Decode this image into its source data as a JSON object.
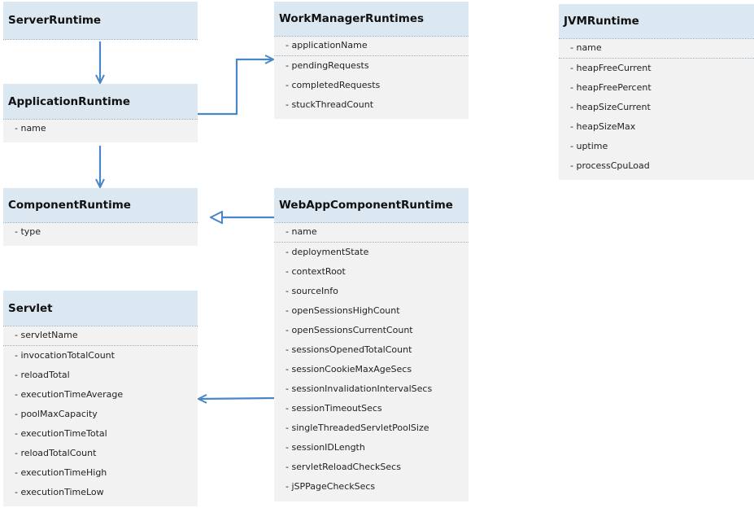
{
  "classes": {
    "server_runtime": {
      "title": "ServerRuntime",
      "groups": []
    },
    "application_runtime": {
      "title": "ApplicationRuntime",
      "groups": [
        [
          "- name"
        ]
      ]
    },
    "component_runtime": {
      "title": "ComponentRuntime",
      "groups": [
        [
          "- type"
        ]
      ]
    },
    "servlet": {
      "title": "Servlet",
      "groups": [
        [
          "- servletName"
        ],
        [
          "- invocationTotalCount",
          "- reloadTotal",
          "- executionTimeAverage",
          "- poolMaxCapacity",
          "- executionTimeTotal",
          "- reloadTotalCount",
          "- executionTimeHigh",
          "- executionTimeLow"
        ]
      ]
    },
    "work_manager_runtimes": {
      "title": "WorkManagerRuntimes",
      "groups": [
        [
          "- applicationName"
        ],
        [
          "- pendingRequests",
          "- completedRequests",
          "- stuckThreadCount"
        ]
      ]
    },
    "webapp_component_runtime": {
      "title": "WebAppComponentRuntime",
      "groups": [
        [
          "- name"
        ],
        [
          "- deploymentState",
          "- contextRoot",
          "- sourceInfo",
          "- openSessionsHighCount",
          "- openSessionsCurrentCount",
          "- sessionsOpenedTotalCount",
          "- sessionCookieMaxAgeSecs",
          "- sessionInvalidationIntervalSecs",
          "- sessionTimeoutSecs",
          "- singleThreadedServletPoolSize",
          "- sessionIDLength",
          "- servletReloadCheckSecs",
          "- jSPPageCheckSecs"
        ]
      ]
    },
    "jvm_runtime": {
      "title": "JVMRuntime",
      "groups": [
        [
          "- name"
        ],
        [
          "- heapFreeCurrent",
          "- heapFreePercent",
          "- heapSizeCurrent",
          "- heapSizeMax",
          "- uptime",
          "- processCpuLoad"
        ]
      ]
    }
  },
  "colors": {
    "header_bg": "#dce8f1",
    "body_bg": "#f2f2f2",
    "arrow": "#4a86c5"
  }
}
